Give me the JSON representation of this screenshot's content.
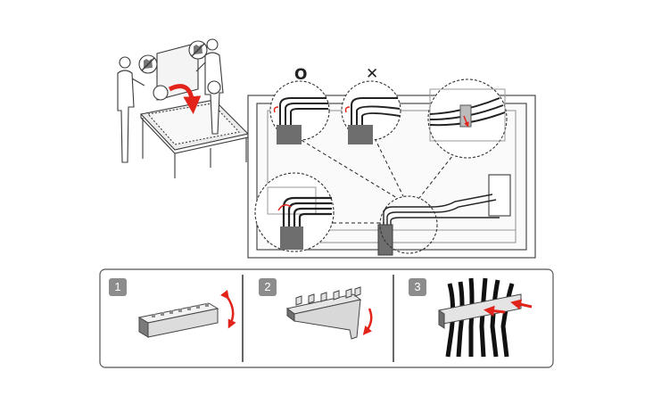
{
  "steps": [
    {
      "number": "1"
    },
    {
      "number": "2"
    },
    {
      "number": "3"
    }
  ],
  "marks": {
    "correct": "O",
    "incorrect": "✕"
  },
  "colors": {
    "line": "#3a3a3a",
    "arrow": "#e2231a",
    "badge": "#8c8c8c",
    "clip_fill": "#e4e4e4",
    "clip_dark": "#6e6e6e"
  }
}
